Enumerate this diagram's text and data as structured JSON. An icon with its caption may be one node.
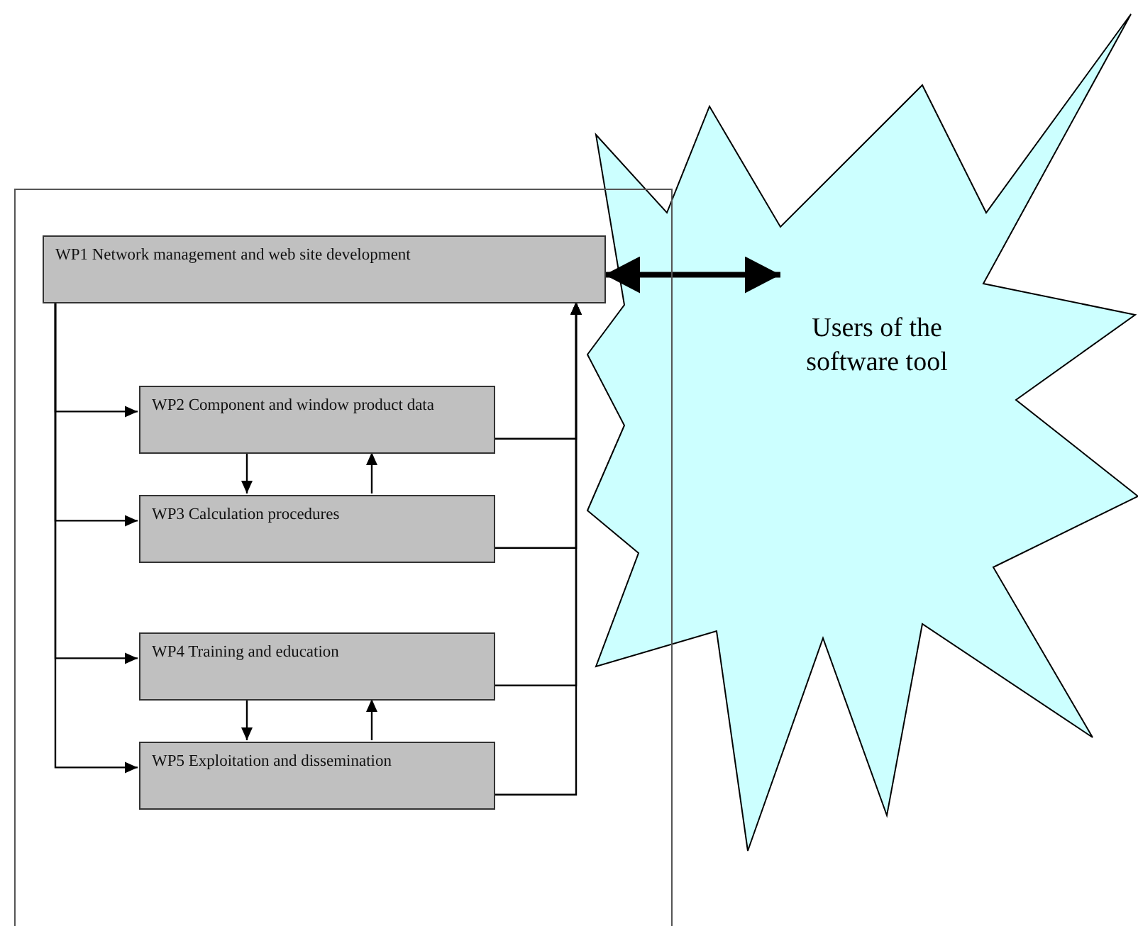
{
  "diagram": {
    "nodes": [
      {
        "text": [],
        "shape": "box"
      },
      {
        "text": [
          "WP1 Network management and web site development"
        ],
        "in": 0
      },
      {
        "text": [
          "WP2 Component and window product data"
        ],
        "in": 0
      },
      {
        "text": [
          "WP3 Calculation procedures"
        ],
        "in": 0
      },
      {
        "text": [
          "WP4 Training and education"
        ],
        "in": 0
      },
      {
        "text": [
          "WP5 Exploitation and dissemination"
        ],
        "in": 0
      },
      {
        "text": [
          "Users of the software tool"
        ]
      }
    ],
    "edges": [
      {
        "from": 1,
        "to": 2,
        "arrow": "to"
      },
      {
        "from": 1,
        "to": 3,
        "arrow": "to"
      },
      {
        "from": 1,
        "to": 4,
        "arrow": "to"
      },
      {
        "from": 1,
        "to": 5,
        "arrow": "to"
      },
      {
        "from": 2,
        "to": 3,
        "arrow": "to"
      },
      {
        "from": 3,
        "to": 2,
        "arrow": "to"
      },
      {
        "from": 4,
        "to": 5,
        "arrow": "to"
      },
      {
        "from": 5,
        "to": 4,
        "arrow": "to"
      },
      {
        "from": 2,
        "to": 1,
        "arrow": "to"
      },
      {
        "from": 3,
        "to": 1,
        "arrow": "to"
      },
      {
        "from": 4,
        "to": 1,
        "arrow": "to"
      },
      {
        "from": 5,
        "to": 1,
        "arrow": "to"
      },
      {
        "from": 1,
        "to": 6,
        "arrow": "both",
        "style": "thick"
      }
    ]
  }
}
